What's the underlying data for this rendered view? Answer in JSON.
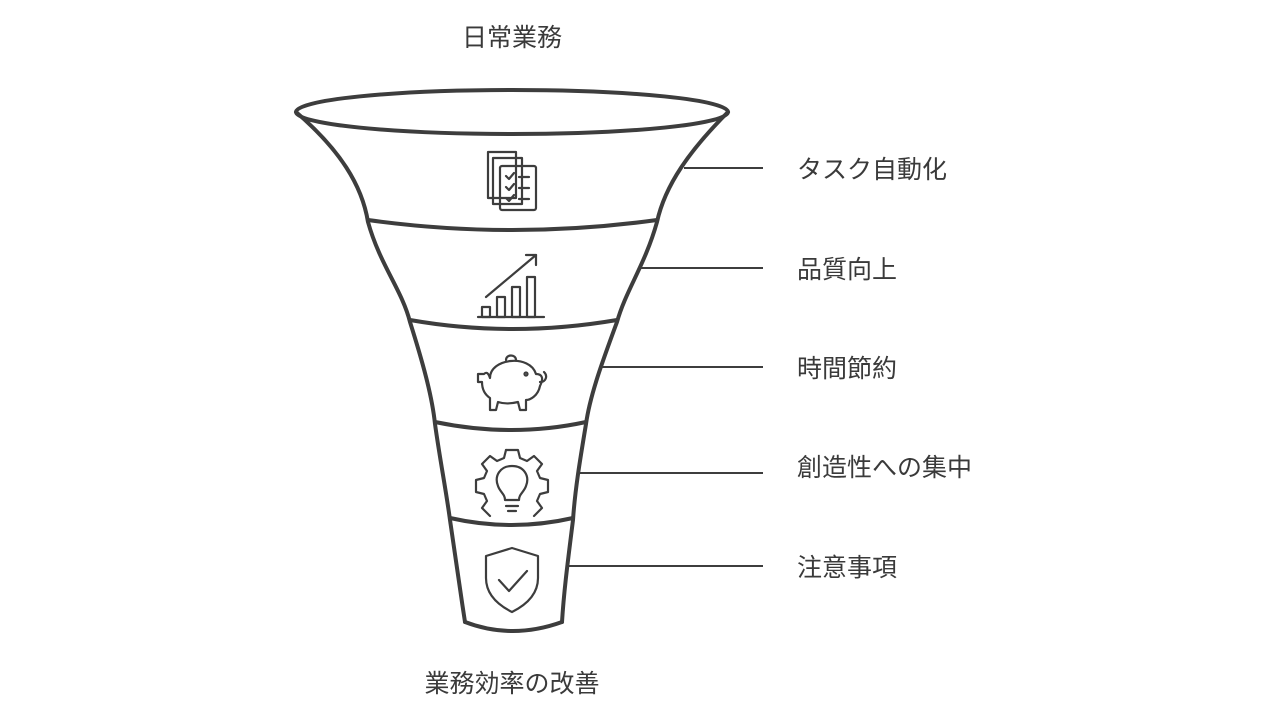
{
  "top_label": "日常業務",
  "bottom_label": "業務効率の改善",
  "stages": [
    {
      "label": "タスク自動化",
      "icon": "checklist-documents-icon"
    },
    {
      "label": "品質向上",
      "icon": "bar-chart-growth-icon"
    },
    {
      "label": "時間節約",
      "icon": "piggy-bank-icon"
    },
    {
      "label": "創造性への集中",
      "icon": "gear-lightbulb-icon"
    },
    {
      "label": "注意事項",
      "icon": "shield-check-icon"
    }
  ]
}
